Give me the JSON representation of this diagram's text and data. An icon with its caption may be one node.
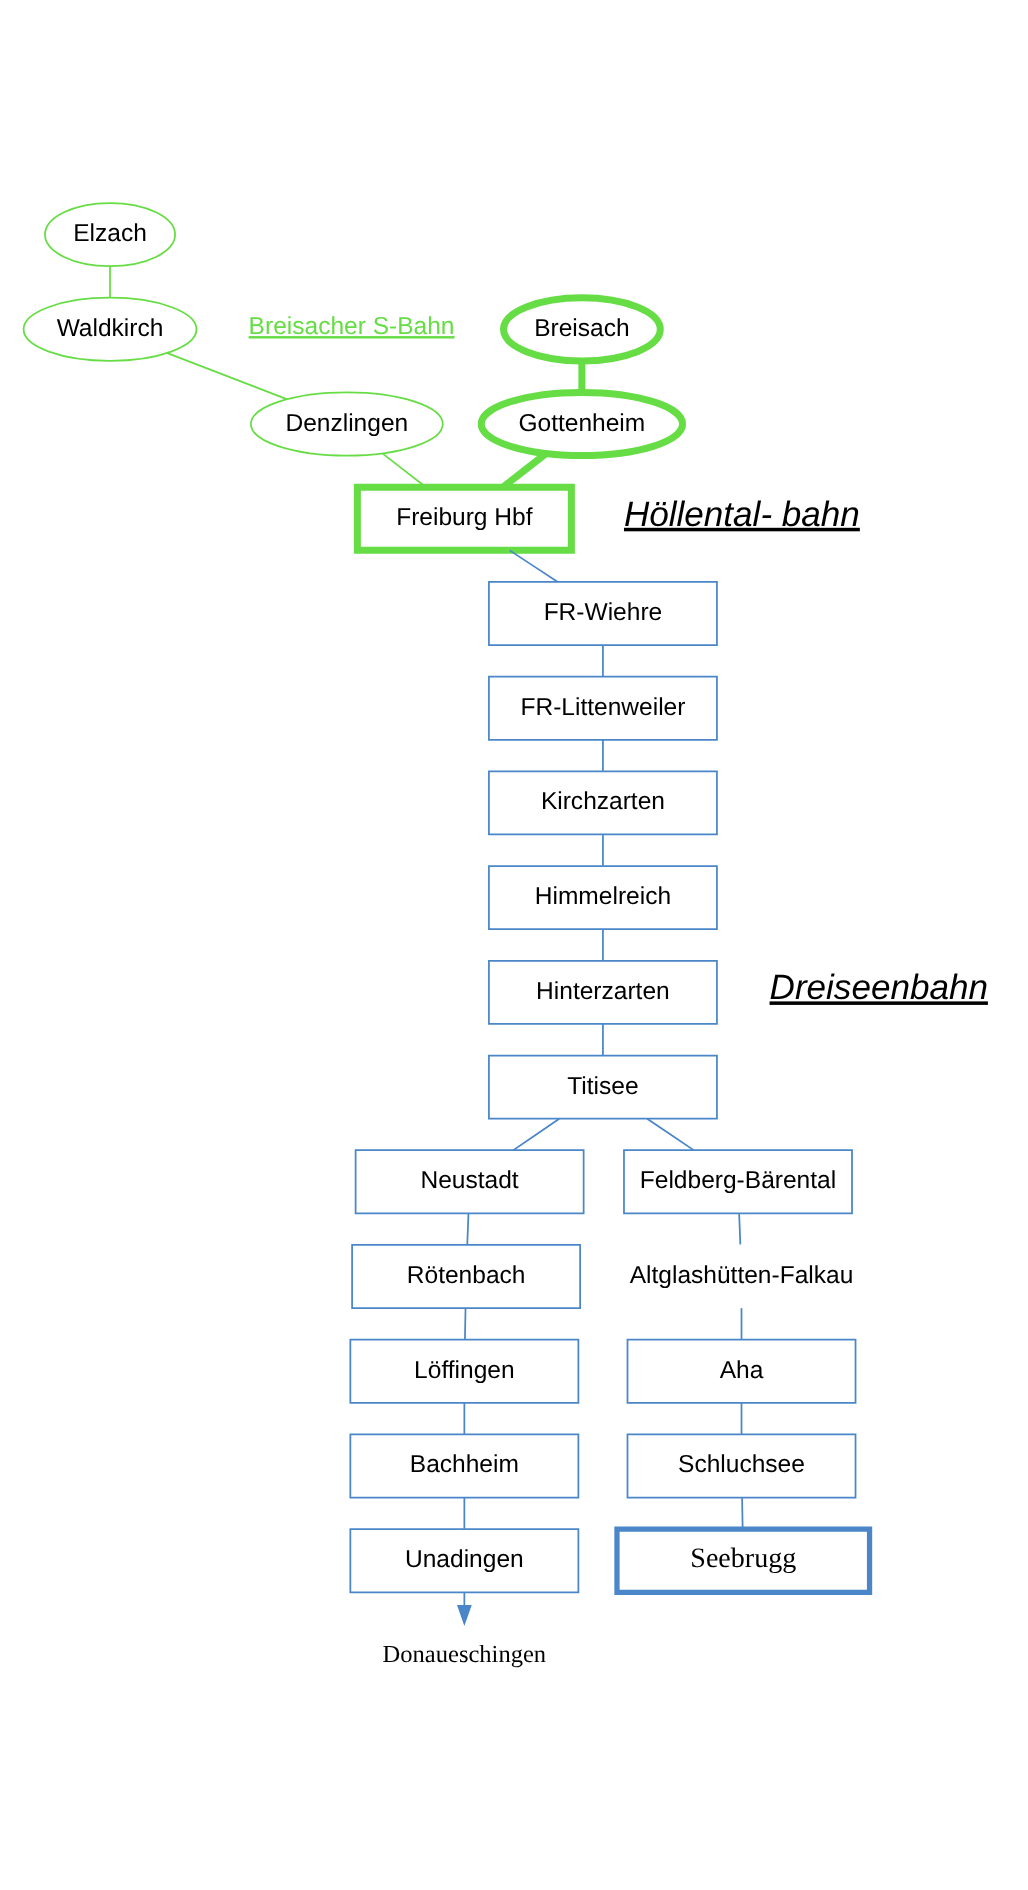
{
  "diagram": {
    "nodes": [
      {
        "text": [
          "Elzach"
        ]
      },
      {
        "text": [
          "Waldkirch"
        ]
      },
      {
        "text": [
          "Denzlingen"
        ]
      },
      {
        "text": [
          "Breisach"
        ]
      },
      {
        "text": [
          "Gottenheim"
        ]
      },
      {
        "text": [
          "Freiburg Hbf"
        ]
      },
      {
        "text": [
          "FR-Wiehre"
        ]
      },
      {
        "text": [
          "FR-Littenweiler"
        ]
      },
      {
        "text": [
          "Kirchzarten"
        ]
      },
      {
        "text": [
          "Himmelreich"
        ]
      },
      {
        "text": [
          "Hinterzarten"
        ]
      },
      {
        "text": [
          "Titisee"
        ]
      },
      {
        "text": [
          "Neustadt"
        ]
      },
      {
        "text": [
          "Rötenbach"
        ]
      },
      {
        "text": [
          "Löffingen"
        ]
      },
      {
        "text": [
          "Bachheim"
        ]
      },
      {
        "text": [
          "Unadingen"
        ]
      },
      {
        "text": [
          "Donaueschingen"
        ]
      },
      {
        "text": [
          "Feldberg-Bärental"
        ]
      },
      {
        "text": [
          "Altglashütten-Falkau"
        ]
      },
      {
        "text": [
          "Aha"
        ]
      },
      {
        "text": [
          "Schluchsee"
        ]
      },
      {
        "text": [
          "Seebrugg"
        ]
      }
    ],
    "edges": [
      {
        "from": 0,
        "to": 1,
        "arrow": "none",
        "color": "#66dd44"
      },
      {
        "from": 1,
        "to": 2,
        "arrow": "none",
        "color": "#66dd44"
      },
      {
        "from": 2,
        "to": 5,
        "arrow": "none",
        "color": "#66dd44"
      },
      {
        "from": 3,
        "to": 4,
        "arrow": "none",
        "style": "thick",
        "color": "#66dd44"
      },
      {
        "from": 4,
        "to": 5,
        "arrow": "none",
        "style": "thick",
        "color": "#66dd44"
      },
      {
        "from": 5,
        "to": 6,
        "arrow": "none"
      },
      {
        "from": 6,
        "to": 7,
        "arrow": "none"
      },
      {
        "from": 7,
        "to": 8,
        "arrow": "none"
      },
      {
        "from": 8,
        "to": 9,
        "arrow": "none"
      },
      {
        "from": 9,
        "to": 10,
        "arrow": "none"
      },
      {
        "from": 10,
        "to": 11,
        "arrow": "none"
      },
      {
        "from": 11,
        "to": 12,
        "arrow": "none"
      },
      {
        "from": 12,
        "to": 13,
        "arrow": "none"
      },
      {
        "from": 13,
        "to": 14,
        "arrow": "none"
      },
      {
        "from": 14,
        "to": 15,
        "arrow": "none"
      },
      {
        "from": 15,
        "to": 16,
        "arrow": "none"
      },
      {
        "from": 16,
        "to": 17,
        "arrow": "to"
      },
      {
        "from": 11,
        "to": 18,
        "arrow": "none"
      },
      {
        "from": 18,
        "to": 19,
        "arrow": "none"
      },
      {
        "from": 19,
        "to": 20,
        "arrow": "none"
      },
      {
        "from": 20,
        "to": 21,
        "arrow": "none"
      },
      {
        "from": 21,
        "to": 22,
        "arrow": "none"
      }
    ],
    "labels": [
      "Breisacher S-Bahn",
      "Höllental- bahn",
      "Dreiseenbahn"
    ]
  }
}
